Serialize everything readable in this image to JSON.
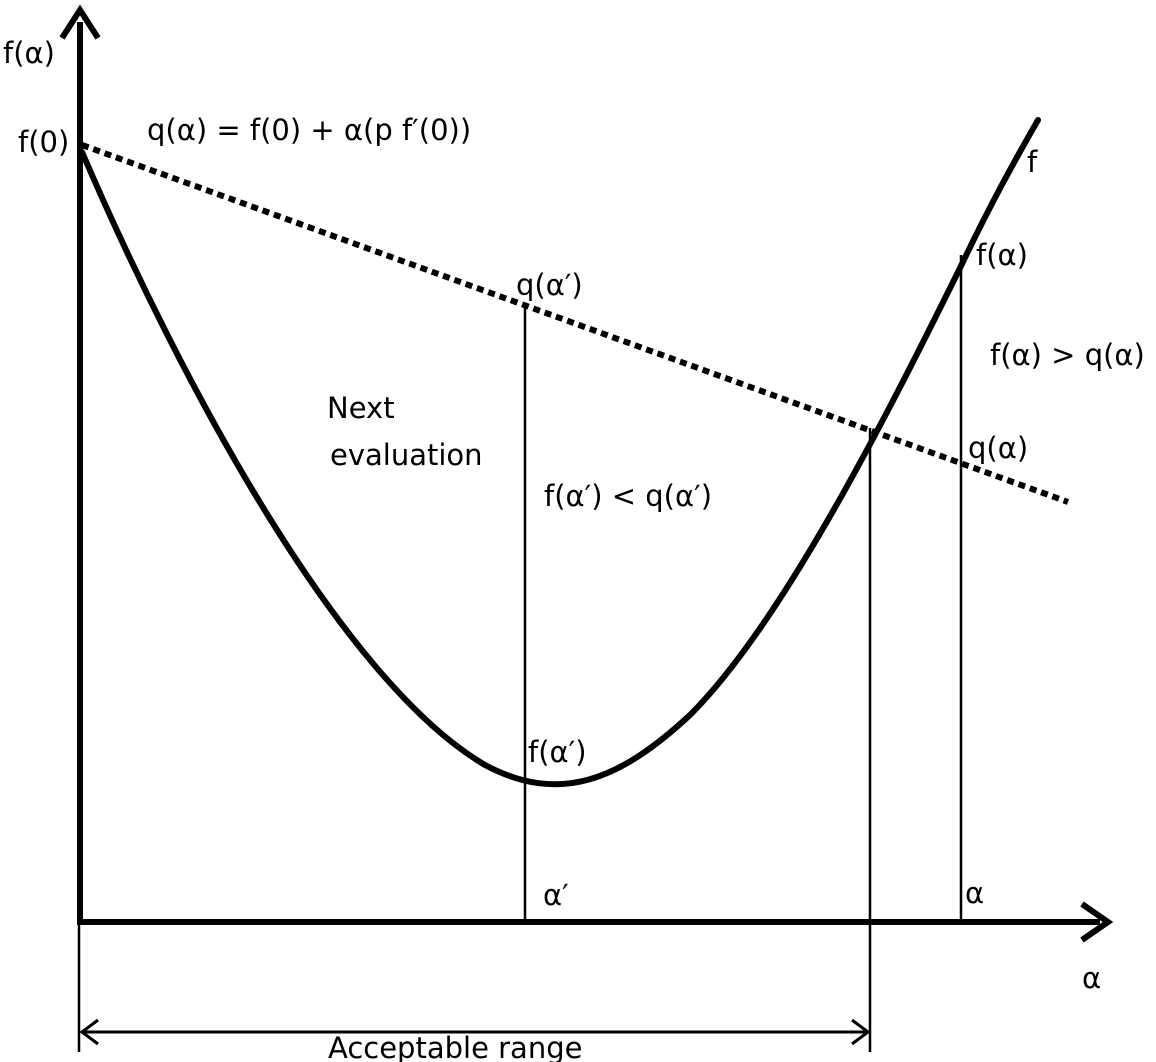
{
  "labels": {
    "y_axis": "f(α)",
    "x_axis": "α",
    "f0": "f(0)",
    "q_equation": "q(α) = f(0) + α(p f′(0))",
    "curve_name": "f",
    "f_alpha": "f(α)",
    "f_gt_q": "f(α) > q(α)",
    "q_alpha": "q(α)",
    "q_alpha_prime": "q(α′)",
    "next_eval_line1": "Next",
    "next_eval_line2": "evaluation",
    "f_lt_q": "f(α′) < q(α′)",
    "f_alpha_prime": "f(α′)",
    "alpha_prime": "α′",
    "alpha": "α",
    "range": "Acceptable range"
  }
}
